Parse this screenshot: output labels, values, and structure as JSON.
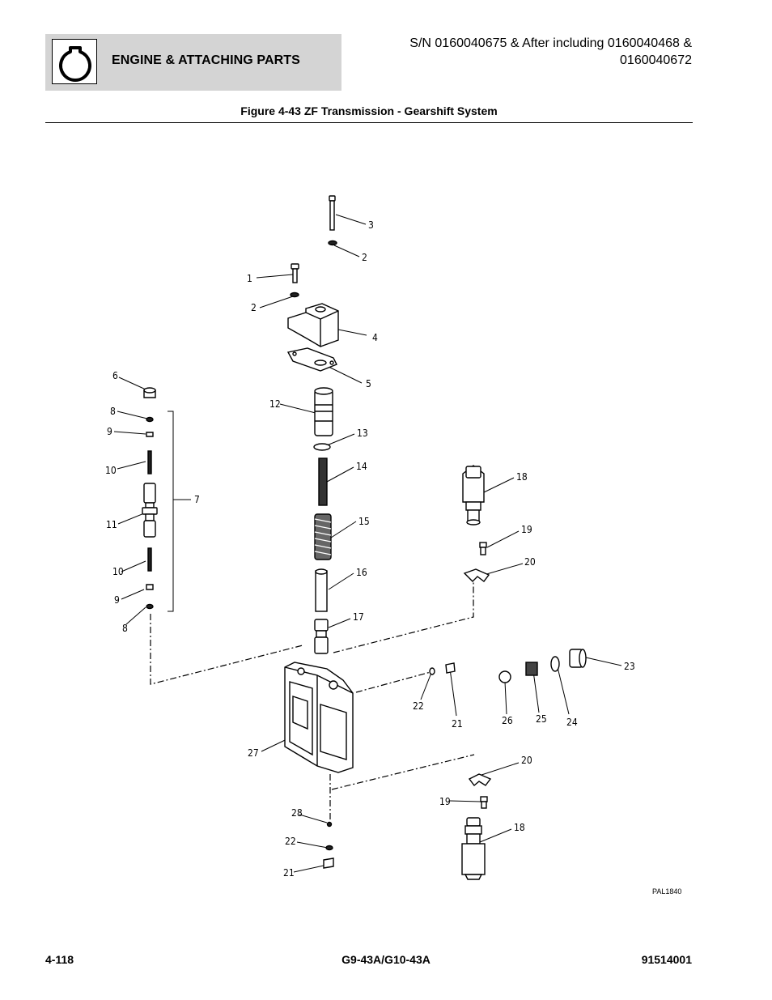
{
  "header": {
    "section_title": "ENGINE & ATTACHING PARTS",
    "icon": "engine-section-icon",
    "serial_line1": "S/N 0160040675 & After including 0160040468 &",
    "serial_line2": "0160040672"
  },
  "figure": {
    "title": "Figure 4-43 ZF Transmission - Gearshift System",
    "drawing_id": "PAL1840",
    "callouts": {
      "c1": "1",
      "c2a": "2",
      "c2b": "2",
      "c3": "3",
      "c4": "4",
      "c5": "5",
      "c6": "6",
      "c7": "7",
      "c8a": "8",
      "c8b": "8",
      "c9a": "9",
      "c9b": "9",
      "c10a": "10",
      "c10b": "10",
      "c11": "11",
      "c12": "12",
      "c13": "13",
      "c14": "14",
      "c15": "15",
      "c16": "16",
      "c17": "17",
      "c18a": "18",
      "c18b": "18",
      "c19a": "19",
      "c19b": "19",
      "c20a": "20",
      "c20b": "20",
      "c21a": "21",
      "c21b": "21",
      "c22a": "22",
      "c22b": "22",
      "c23": "23",
      "c24": "24",
      "c25": "25",
      "c26": "26",
      "c27": "27",
      "c28": "28"
    }
  },
  "footer": {
    "page_number": "4-118",
    "model": "G9-43A/G10-43A",
    "doc_number": "91514001"
  }
}
